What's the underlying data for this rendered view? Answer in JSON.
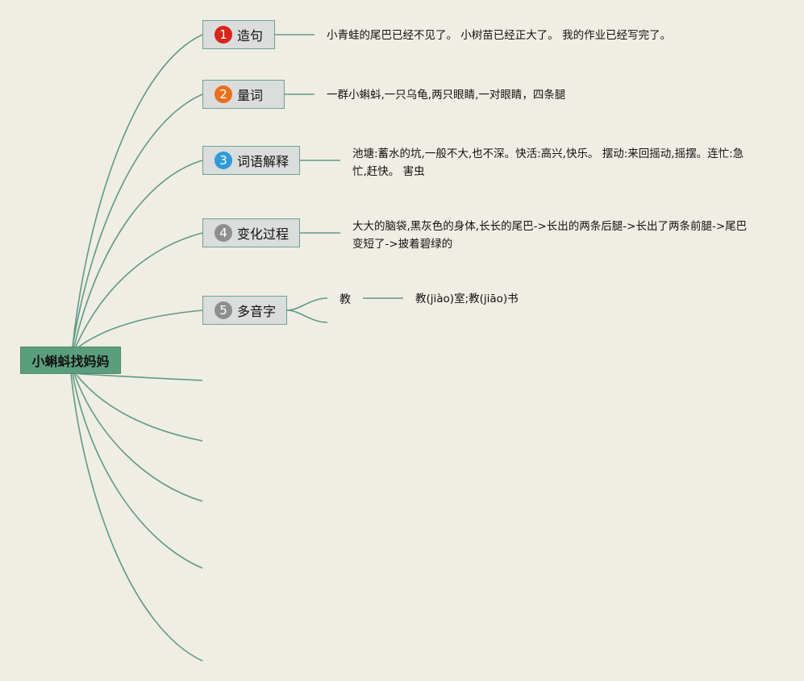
{
  "root": {
    "label": "小蝌蚪找妈妈"
  },
  "branches": [
    {
      "num": "1",
      "num_color": "#d9241a",
      "label": "造句",
      "note": "小青蛙的尾巴已经不见了。 小树苗已经正大了。 我的作业已经写完了。"
    },
    {
      "num": "2",
      "num_color": "#e8711e",
      "label": "量词",
      "note": "一群小蝌蚪,一只乌龟,两只眼睛,一对眼睛，四条腿"
    },
    {
      "num": "3",
      "num_color": "#2e9bd8",
      "label": "词语解释",
      "note": "池塘:蓄水的坑,一般不大,也不深。快活:高兴,快乐。 摆动:来回摇动,摇摆。连忙:急忙,赶快。 害虫"
    },
    {
      "num": "4",
      "num_color": "#8e8e8e",
      "label": "变化过程",
      "note": "大大的脑袋,黑灰色的身体,长长的尾巴->长出的两条后腿->长出了两条前腿->尾巴变短了->披着碧绿的"
    },
    {
      "num": "5",
      "num_color": "#8e8e8e",
      "label": "多音字",
      "sub_word": "教",
      "sub_note": "教(jiào)室;教(jiāo)书"
    }
  ],
  "colors": {
    "line": "#5e9b85",
    "root_bg": "#5b9e7d",
    "topic_bg": "#dbdcdc",
    "canvas_bg": "#f0ede4"
  }
}
